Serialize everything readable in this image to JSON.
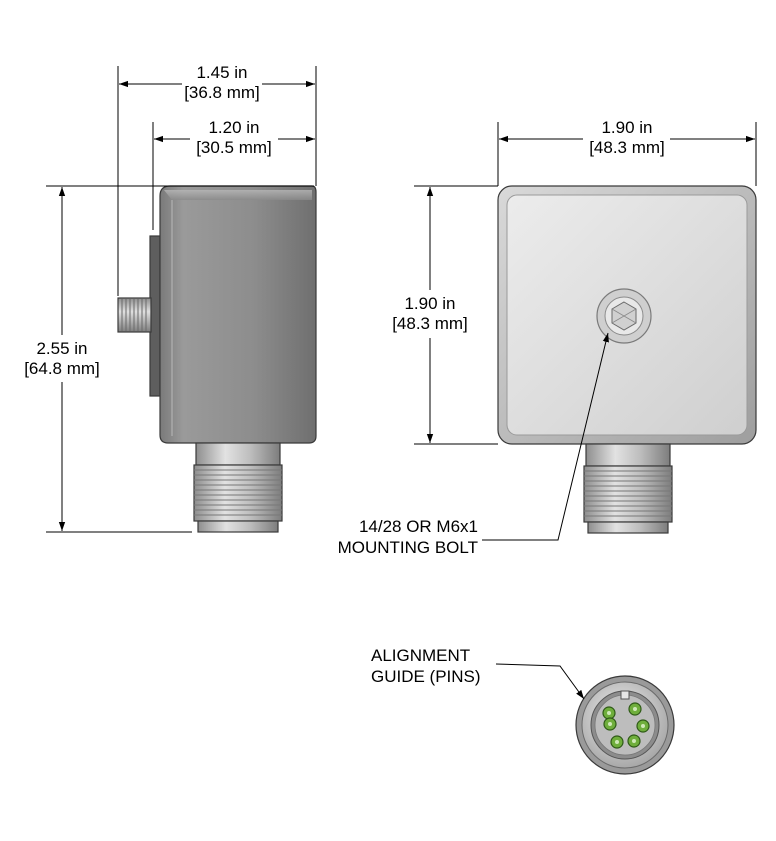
{
  "dimensions": {
    "side_total_width": {
      "imperial": "1.45 in",
      "metric": "[36.8 mm]"
    },
    "side_body_width": {
      "imperial": "1.20 in",
      "metric": "[30.5 mm]"
    },
    "front_width": {
      "imperial": "1.90 in",
      "metric": "[48.3 mm]"
    },
    "side_height": {
      "imperial": "2.55 in",
      "metric": "[64.8 mm]"
    },
    "front_height": {
      "imperial": "1.90 in",
      "metric": "[48.3 mm]"
    }
  },
  "callouts": {
    "mounting_bolt": {
      "line1": "14/28 OR M6x1",
      "line2": "MOUNTING BOLT"
    },
    "alignment_guide": {
      "line1": "ALIGNMENT",
      "line2": "GUIDE (PINS)"
    }
  },
  "colors": {
    "body_gray": "#8c8c8c",
    "face_light": "#dcdcdc",
    "pin_green": "#6fae3c",
    "metal": "#b5b5b5"
  }
}
